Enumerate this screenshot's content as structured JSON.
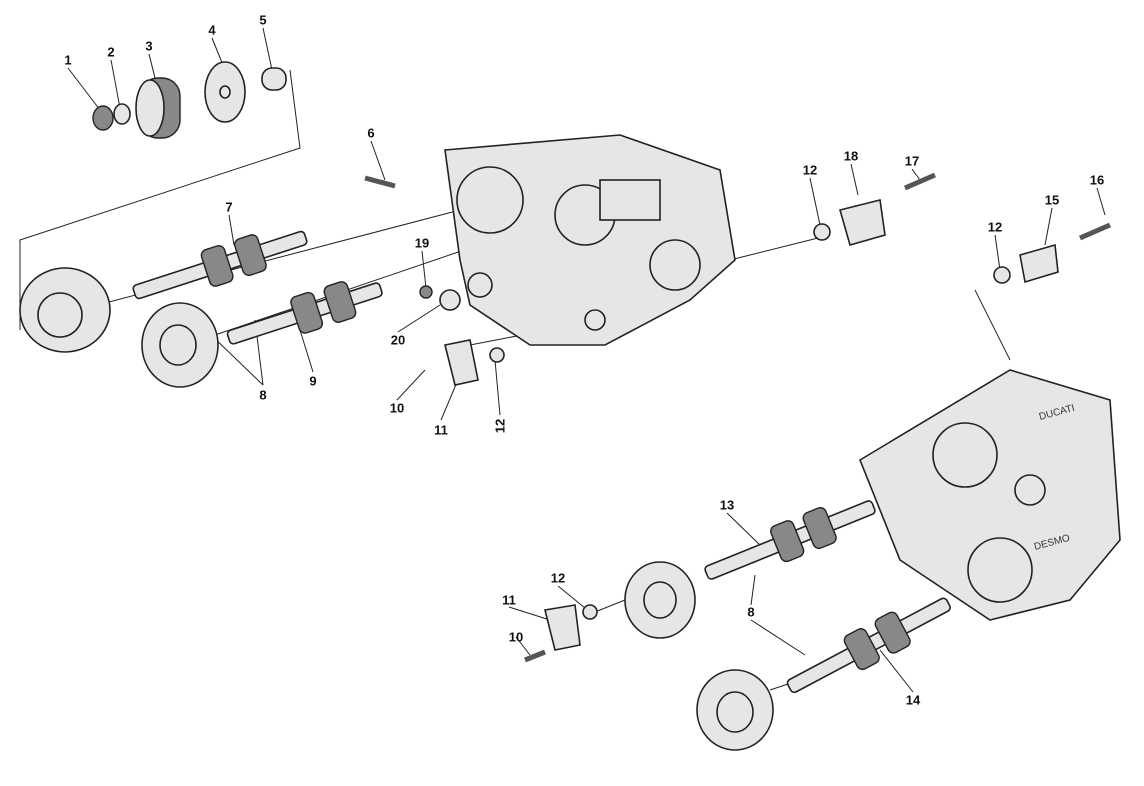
{
  "diagram": {
    "title": "Camshaft exploded view",
    "callouts": [
      "1",
      "2",
      "3",
      "4",
      "5",
      "6",
      "7",
      "8",
      "9",
      "10",
      "11",
      "12",
      "12",
      "12",
      "15",
      "16",
      "17",
      "18",
      "19",
      "20",
      "13",
      "12",
      "11",
      "10",
      "8",
      "14"
    ],
    "head_markings": [
      "DUCATI",
      "DESMO"
    ]
  }
}
